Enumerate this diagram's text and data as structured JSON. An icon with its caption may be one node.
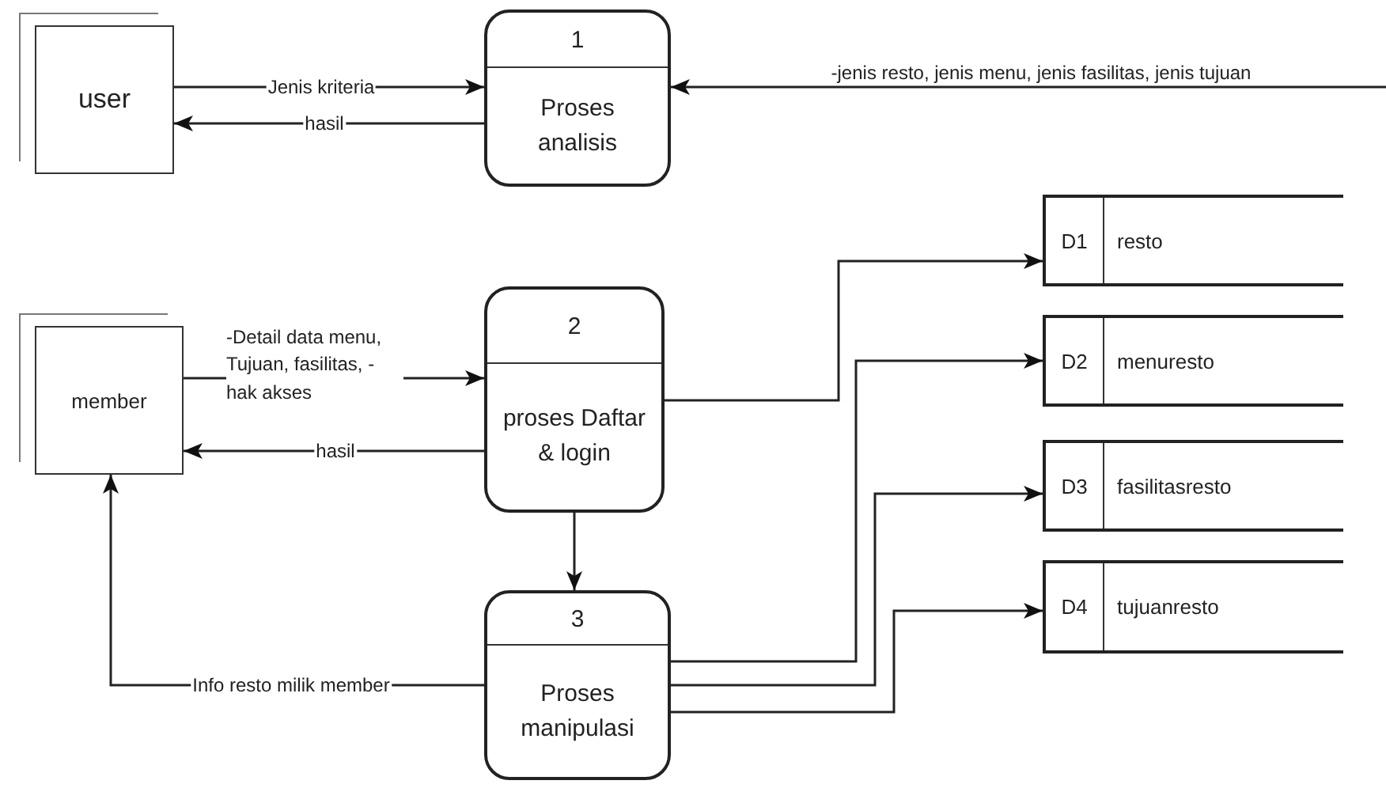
{
  "diagram": {
    "nodes": [
      {
        "text": [
          "user"
        ]
      },
      {
        "text": [
          "1",
          "Proses analisis"
        ]
      },
      {
        "text": [
          "member"
        ]
      },
      {
        "text": [
          "2",
          "proses Daftar & login"
        ]
      },
      {
        "text": [
          "3",
          "Proses manipulasi"
        ]
      },
      {
        "text": [
          "D1",
          "resto"
        ]
      },
      {
        "text": [
          "D2",
          "menuresto"
        ]
      },
      {
        "text": [
          "D3",
          "fasilitasresto"
        ]
      },
      {
        "text": [
          "D4",
          "tujuanresto"
        ]
      }
    ],
    "edges": [
      {
        "from": 0,
        "to": 1,
        "arrow": "to",
        "label": "Jenis kriteria"
      },
      {
        "from": 1,
        "to": 0,
        "arrow": "to",
        "label": "hasil"
      },
      {
        "from": null,
        "to": 1,
        "arrow": "to",
        "label": "-jenis resto, jenis menu, jenis fasilitas, jenis tujuan"
      },
      {
        "from": 2,
        "to": 3,
        "arrow": "to",
        "label": "-Detail data menu, Tujuan, fasilitas, - hak akses"
      },
      {
        "from": 3,
        "to": 2,
        "arrow": "to",
        "label": "hasil"
      },
      {
        "from": 3,
        "to": 5,
        "arrow": "to"
      },
      {
        "from": 3,
        "to": 4,
        "arrow": "to"
      },
      {
        "from": 4,
        "to": 2,
        "arrow": "to",
        "label": "Info resto milik member"
      },
      {
        "from": 4,
        "to": 6,
        "arrow": "to"
      },
      {
        "from": 4,
        "to": 7,
        "arrow": "to"
      },
      {
        "from": 4,
        "to": 8,
        "arrow": "to"
      }
    ]
  }
}
